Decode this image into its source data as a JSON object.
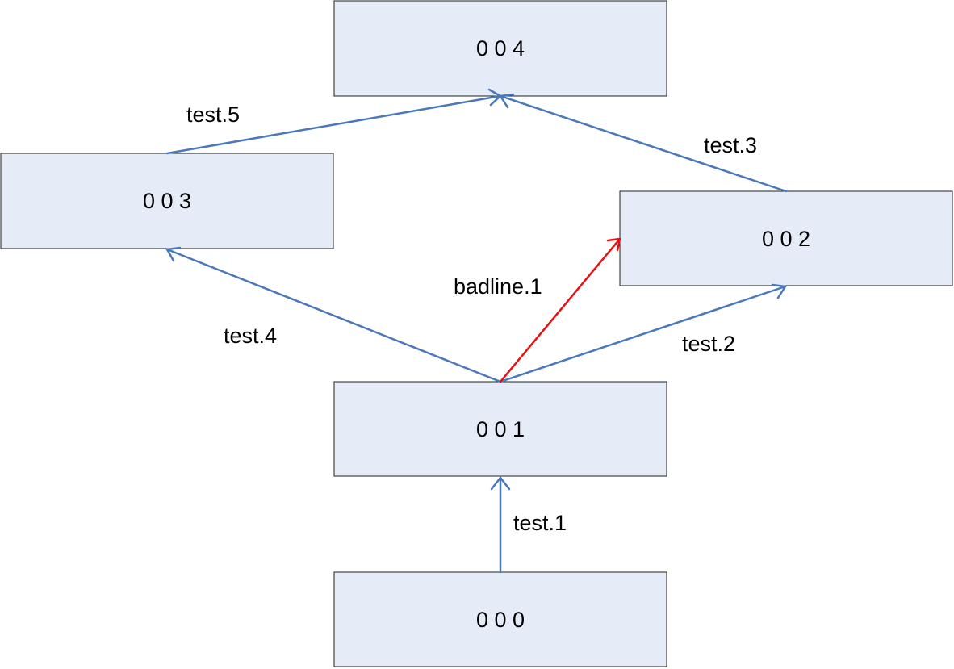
{
  "colors": {
    "node_fill": "#e6ecf7",
    "node_border": "#1f1f1f",
    "edge_default": "#4a78b8",
    "edge_highlight": "#e81010",
    "text": "#000000"
  },
  "nodes": [
    {
      "id": "n004",
      "label": "0 0 4"
    },
    {
      "id": "n003",
      "label": "0 0 3"
    },
    {
      "id": "n002",
      "label": "0 0 2"
    },
    {
      "id": "n001",
      "label": "0 0 1"
    },
    {
      "id": "n000",
      "label": "0 0 0"
    }
  ],
  "edges": [
    {
      "id": "e-test1",
      "from": "n000",
      "to": "n001",
      "label": "test.1",
      "color": "#4a78b8"
    },
    {
      "id": "e-test2",
      "from": "n001",
      "to": "n002",
      "label": "test.2",
      "color": "#4a78b8"
    },
    {
      "id": "e-test3",
      "from": "n002",
      "to": "n004",
      "label": "test.3",
      "color": "#4a78b8"
    },
    {
      "id": "e-test4",
      "from": "n001",
      "to": "n003",
      "label": "test.4",
      "color": "#4a78b8"
    },
    {
      "id": "e-test5",
      "from": "n003",
      "to": "n004",
      "label": "test.5",
      "color": "#4a78b8"
    },
    {
      "id": "e-badline1",
      "from": "n001",
      "to": "n002",
      "label": "badline.1",
      "color": "#e81010"
    }
  ]
}
